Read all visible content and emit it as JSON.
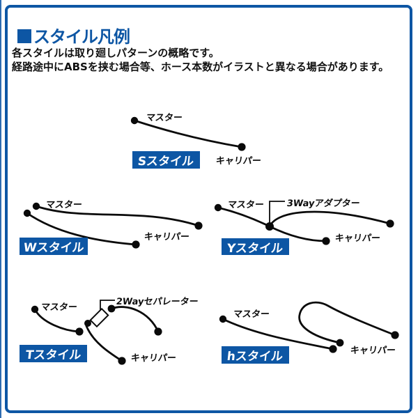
{
  "header": {
    "bullet": "■",
    "title": "スタイル凡例"
  },
  "intro": {
    "line1": "各スタイルは取り廻しパターンの概略です。",
    "line2": "経路途中にABSを挟む場合等、ホース本数がイラストと異なる場合があります。"
  },
  "colors": {
    "accent_blue": "#0d56a4",
    "hose_black": "#0a0a0a",
    "style_label_text": "#ffffff"
  },
  "diagrams": {
    "s": {
      "name": "Sスタイル",
      "master": "マスター",
      "caliper": "キャリパー"
    },
    "w": {
      "name": "Wスタイル",
      "master": "マスター",
      "caliper": "キャリパー"
    },
    "y": {
      "name": "Yスタイル",
      "master": "マスター",
      "caliper": "キャリパー",
      "adapter": "3Wayアダプター"
    },
    "t": {
      "name": "Tスタイル",
      "master": "マスター",
      "caliper": "キャリパー",
      "separator": "2Wayセパレーター"
    },
    "h": {
      "name": "hスタイル",
      "master": "マスター",
      "caliper": "キャリパー"
    }
  }
}
